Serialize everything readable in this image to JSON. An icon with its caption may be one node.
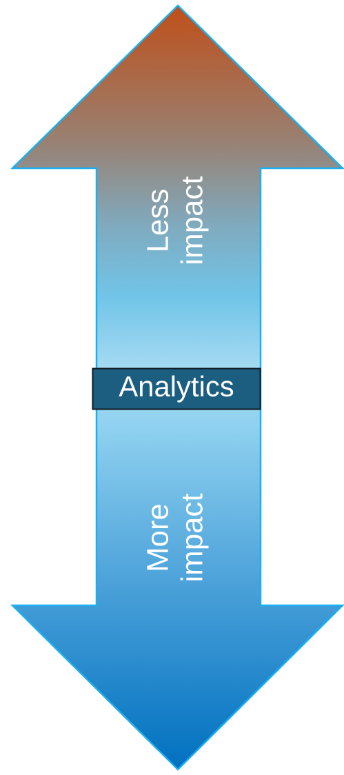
{
  "diagram": {
    "nodes": [
      {
        "text": [
          "Less impact",
          "More impact"
        ]
      },
      {
        "text": [
          "Analytics"
        ],
        "in": 0
      }
    ]
  }
}
